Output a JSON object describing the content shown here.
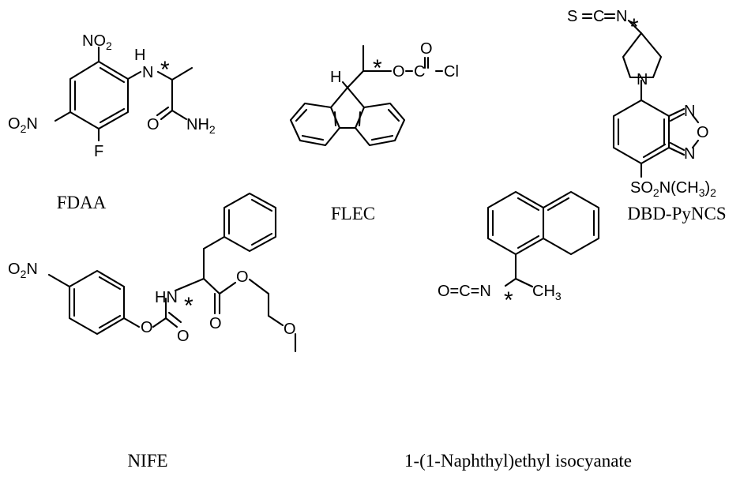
{
  "colors": {
    "ink": "#000000",
    "background": "#ffffff"
  },
  "molecules": [
    {
      "id": "fdaa",
      "name": "FDAA",
      "atoms": {
        "no2_top": "NO",
        "no2_top_sub": "2",
        "nh": "H",
        "n": "N",
        "o2n_left": "O",
        "o2n_left_sub": "2",
        "o2n_left_n": "N",
        "f": "F",
        "o": "O",
        "nh2": "NH",
        "nh2_sub": "2",
        "star": "*"
      }
    },
    {
      "id": "flec",
      "name": "FLEC",
      "atoms": {
        "h": "H",
        "star": "*",
        "o_ester": "O",
        "c": "C",
        "o_carbonyl": "O",
        "cl": "Cl"
      }
    },
    {
      "id": "dbd-pyncs",
      "name": "DBD-PyNCS",
      "atoms": {
        "s": "S",
        "c": "C",
        "n_ncs": "N",
        "star": "*",
        "n_ring": "N",
        "n_top": "N",
        "o_ring": "O",
        "n_bottom": "N",
        "so2": "SO",
        "so2_sub": "2",
        "nme2": "N(CH",
        "nme2_sub": "3",
        "nme2_close": ")",
        "nme2_sub2": "2"
      }
    },
    {
      "id": "nife",
      "name": "NIFE",
      "atoms": {
        "o2n": "O",
        "o2n_sub": "2",
        "o2n_n": "N",
        "hn": "HN",
        "star": "*",
        "o_carbamate": "O",
        "o_carbamate_co": "O",
        "o_ester_co": "O",
        "o_ester": "O",
        "o_methoxy": "O"
      }
    },
    {
      "id": "nei",
      "name": "1-(1-Naphthyl)ethyl isocyanate",
      "atoms": {
        "nco": "O=C=N",
        "star": "*",
        "ch3": "CH",
        "ch3_sub": "3"
      }
    }
  ]
}
